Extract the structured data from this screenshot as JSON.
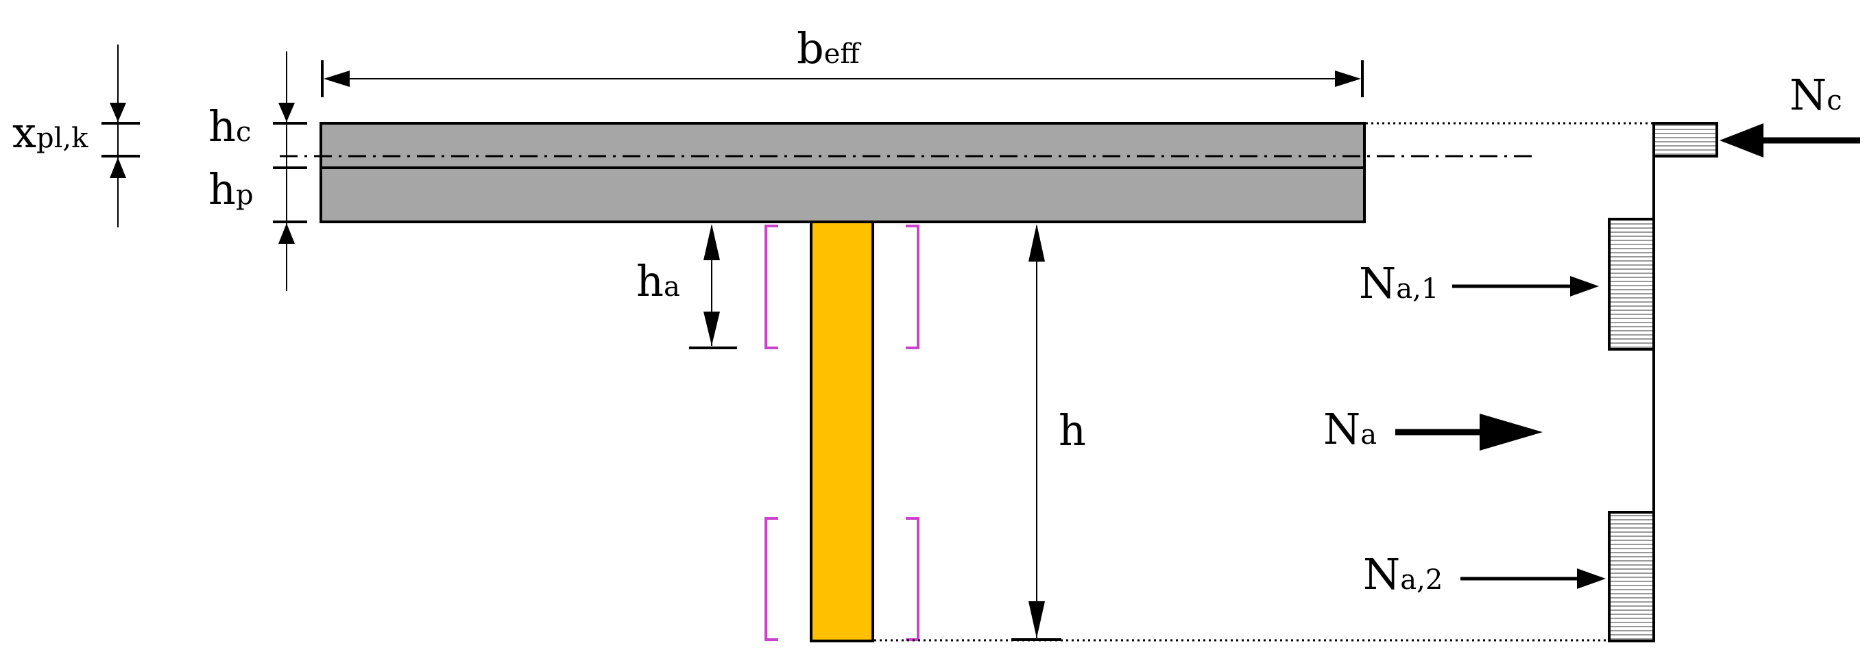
{
  "labels": {
    "b_eff": {
      "main": "b",
      "sub": "eff"
    },
    "x_pl_k": {
      "main": "x",
      "sub": "pl,k"
    },
    "h_c": {
      "main": "h",
      "sub": "c"
    },
    "h_p": {
      "main": "h",
      "sub": "p"
    },
    "h_a": {
      "main": "h",
      "sub": "a"
    },
    "h": {
      "main": "h"
    },
    "N_c": {
      "main": "N",
      "sub": "c"
    },
    "N_a1": {
      "main": "N",
      "sub": "a,1"
    },
    "N_a": {
      "main": "N",
      "sub": "a"
    },
    "N_a2": {
      "main": "N",
      "sub": "a,2"
    }
  },
  "colors": {
    "slab": "#a6a6a6",
    "web": "#ffc000",
    "studs": "#cc44cc",
    "lines": "#000000"
  }
}
